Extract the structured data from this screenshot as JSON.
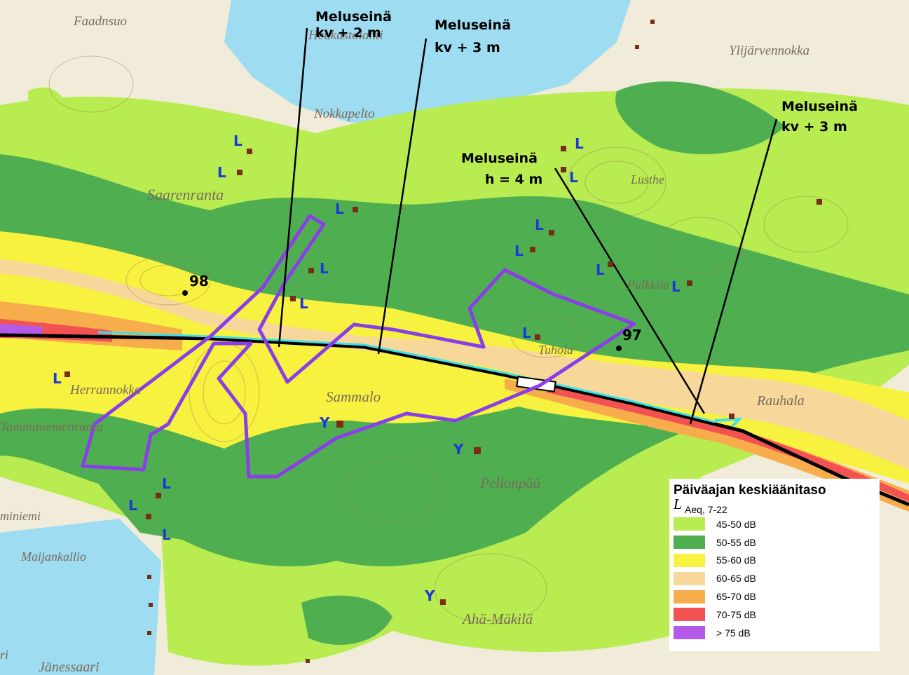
{
  "annotations": [
    {
      "id": "wall1",
      "lines": [
        "Meluseinä",
        "kv + 2 m"
      ]
    },
    {
      "id": "wall2",
      "lines": [
        "Meluseinä",
        "kv + 3 m"
      ]
    },
    {
      "id": "wall3",
      "lines": [
        "Meluseinä",
        "h = 4 m"
      ]
    },
    {
      "id": "wall4",
      "lines": [
        "Meluseinä",
        "kv + 3 m"
      ]
    }
  ],
  "elevations": [
    "98",
    "97"
  ],
  "place_names": [
    "Faadnsuo",
    "Heukastolahti",
    "Nokkapelto",
    "Saarenranta",
    "Herrannokka",
    "Tamminiemenranta",
    "Sammalo",
    "Pellonpää",
    "Tuhola",
    "Rauhala",
    "Maijankallio",
    "Jänessaari",
    "Ahä-Mäkilä",
    "Ylijärvennokka",
    "Lusthe",
    "Pulkkila",
    "miniemi",
    "ri"
  ],
  "building_codes": {
    "residential": "L",
    "holiday": "Y"
  },
  "legend": {
    "title": "Päiväajan keskiäänitaso",
    "symbol": "L",
    "subscript": "Aeq, 7-22",
    "items": [
      {
        "label": "45-50 dB",
        "color": "#b8ec50"
      },
      {
        "label": "50-55 dB",
        "color": "#4faf50"
      },
      {
        "label": "55-60 dB",
        "color": "#f7f23f"
      },
      {
        "label": "60-65 dB",
        "color": "#f7d79a"
      },
      {
        "label": "65-70 dB",
        "color": "#f7ad4c"
      },
      {
        "label": "70-75 dB",
        "color": "#f25252"
      },
      {
        "label": "> 75 dB",
        "color": "#b45ae8"
      }
    ]
  }
}
